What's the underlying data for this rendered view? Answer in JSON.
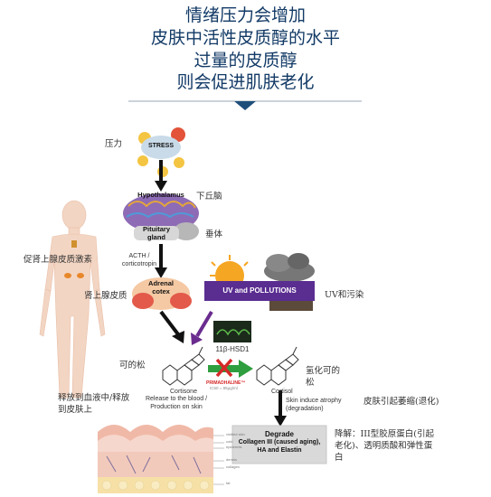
{
  "title_lines": [
    "情绪压力会增加",
    "皮肤中活性皮质醇的水平",
    "过量的皮质醇",
    "则会促进肌肤老化"
  ],
  "labels": {
    "stress_cn": "压力",
    "stress_en": "STRESS",
    "hypothalamus_en": "Hypothalamus",
    "hypothalamus_cn": "下丘脑",
    "pituitary_en": "Pituitary gland",
    "pituitary_cn": "垂体",
    "acth_en": "ACTH / corticotropin",
    "acth_cn": "促肾上腺皮质激素",
    "adrenal_en": "Adrenal cotex",
    "adrenal_cn": "肾上腺皮质",
    "uv_en": "UV and POLLUTIONS",
    "uv_cn": "UV和污染",
    "enzyme": "11β-HSD1",
    "cortisone_cn": "可的松",
    "cortisone_en": "Cortisone",
    "cortisol_cn": "氢化可的松",
    "cortisol_en": "Cortisol",
    "inhibitor_en": "PRIMADHALINE™",
    "inhibitor_sub": "IC50 = 85μg/ml",
    "release_cn": "释放到血液中/释放到皮肤上",
    "release_en": "Release to the blood / Production on skin",
    "atrophy_en": "Skin induce atrophy (degradation)",
    "atrophy_cn": "皮肤引起萎缩(退化)",
    "degrade_title": "Degrade",
    "degrade_body": "Collagen III (caused aging), HA and Elastin",
    "degrade_cn": "降解：III型胶原蛋白(引起老化)、透明质酸和弹性蛋白"
  },
  "skin_layers": [
    "vinitied skin",
    "cold",
    "epidermis",
    "dermis",
    "collagen",
    "fat"
  ],
  "colors": {
    "title": "#123a66",
    "accent": "#1f4e79",
    "uv_box": "#5a2d91",
    "inhibitor": "#d62828",
    "arrow_green": "#2e9e3e",
    "arrow_purple": "#6a2c8f"
  }
}
